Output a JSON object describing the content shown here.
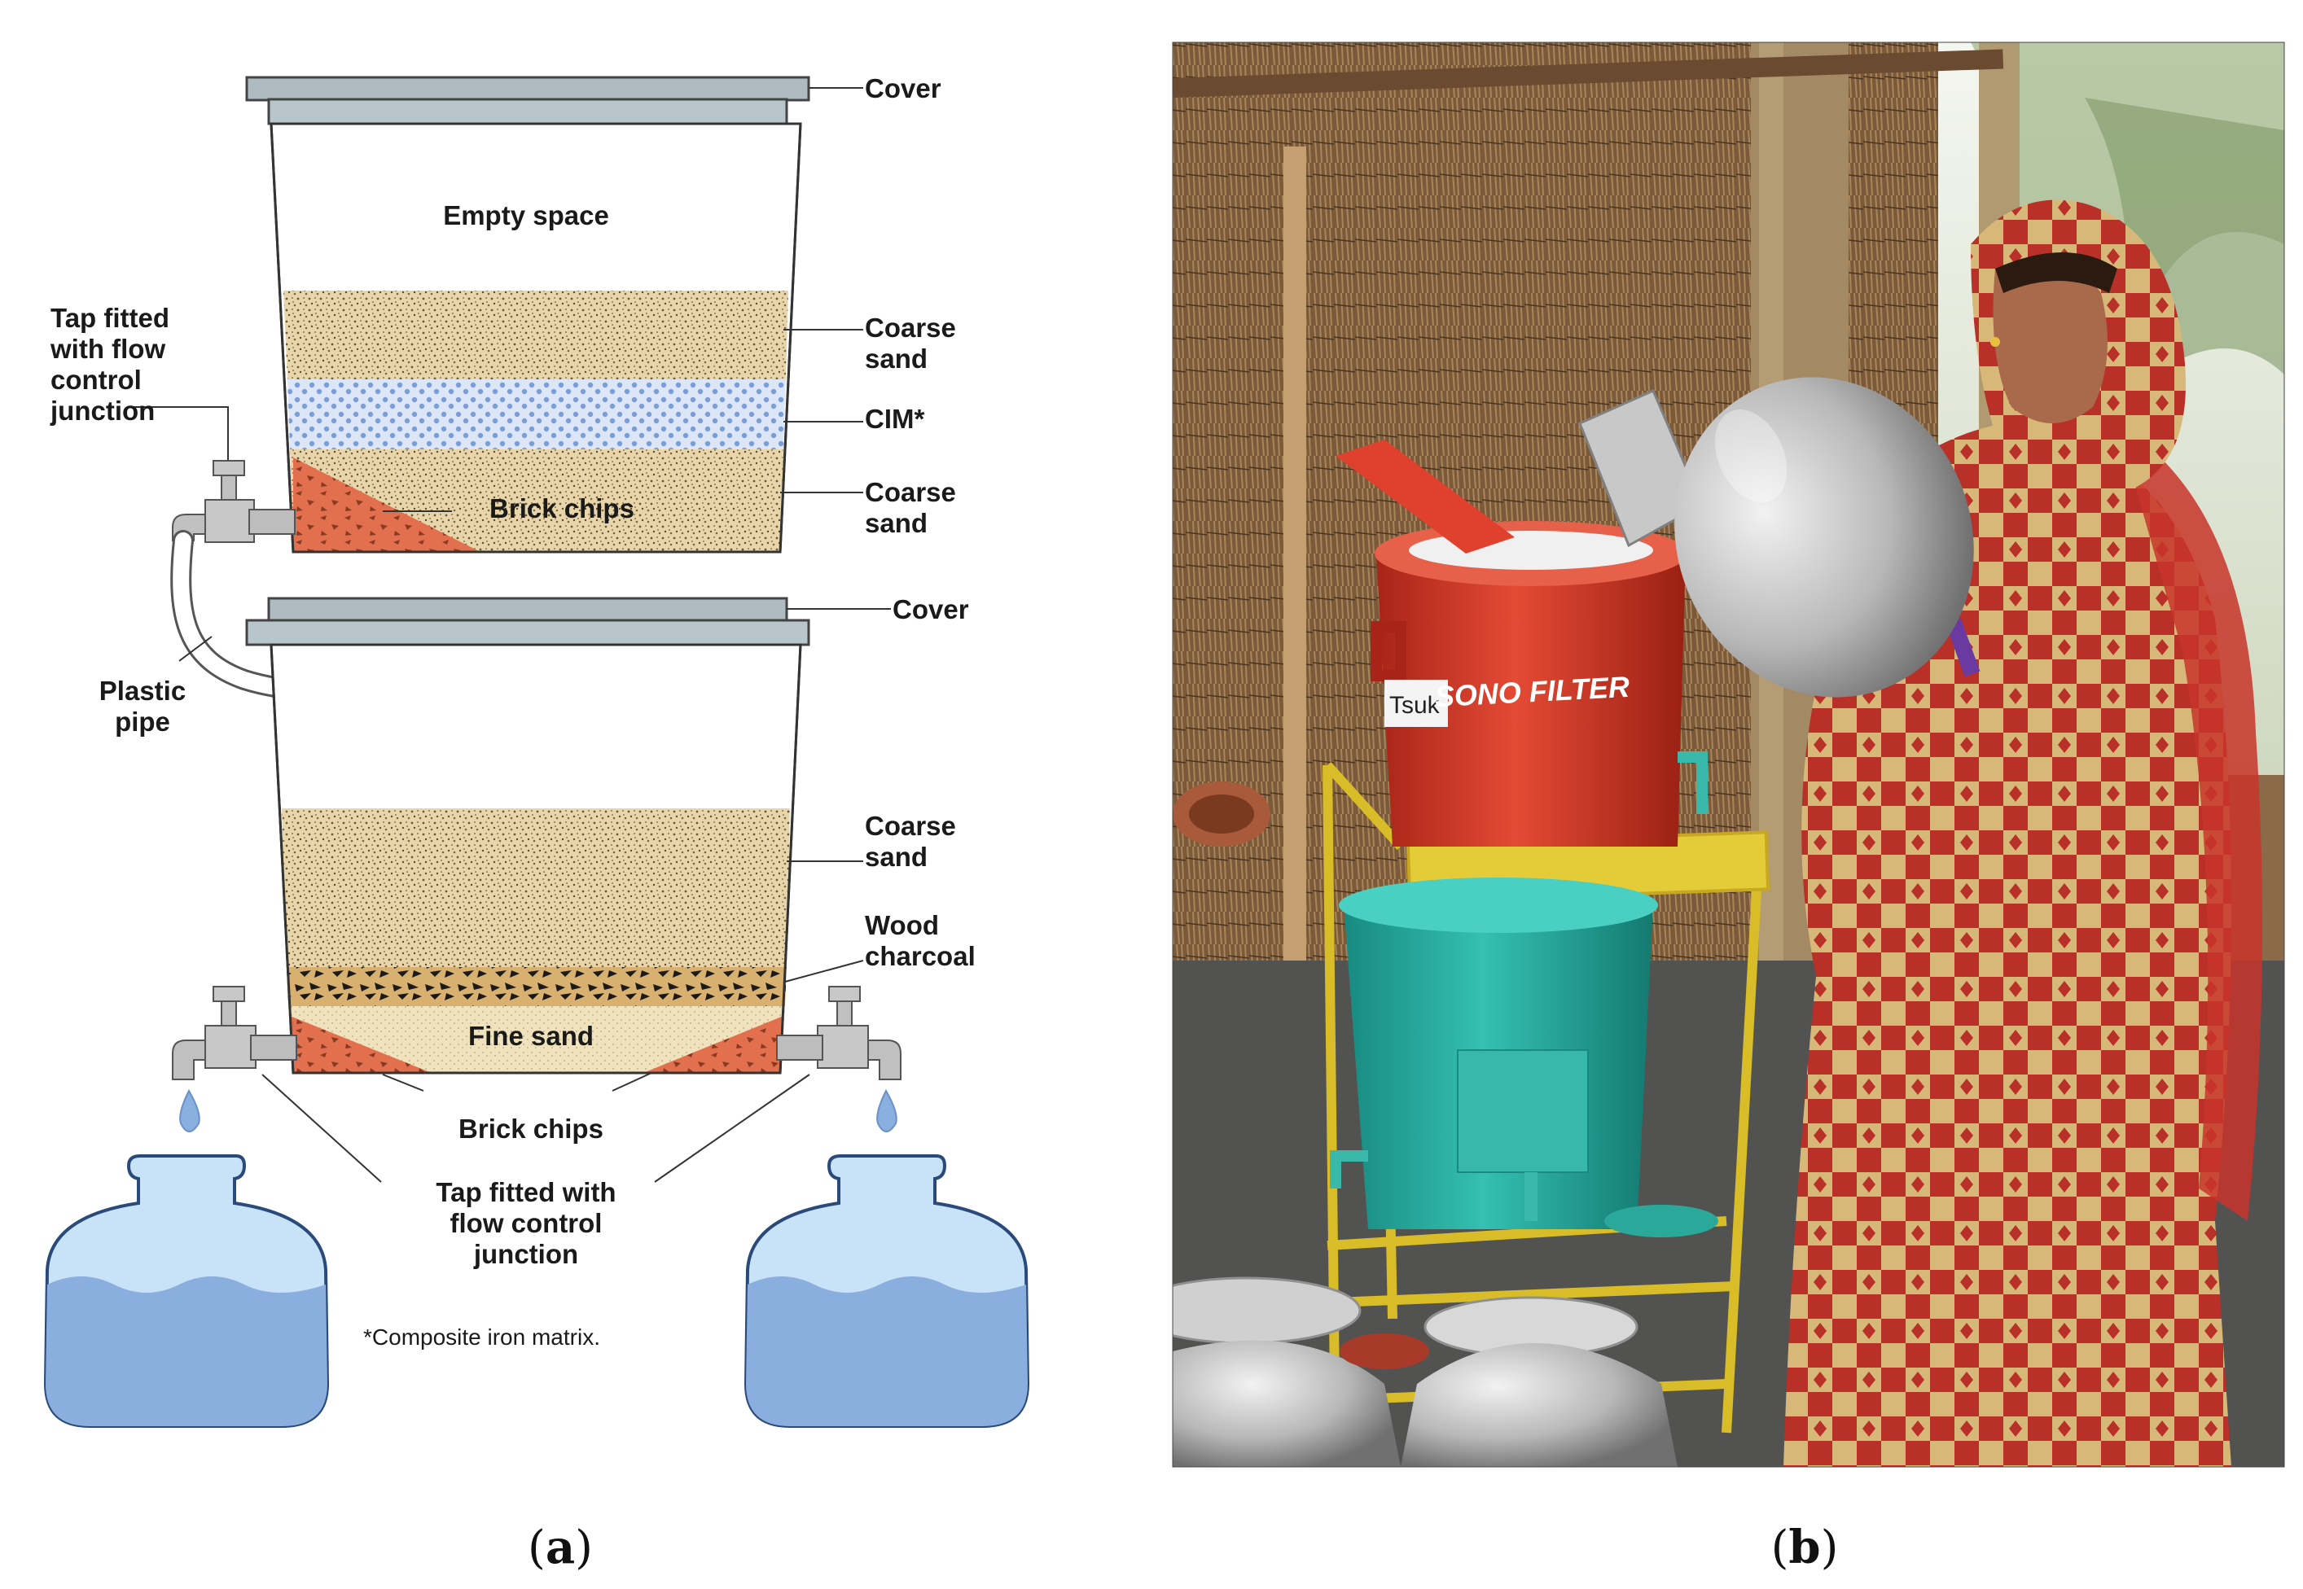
{
  "panel_a": {
    "caption_letter": "a",
    "labels": {
      "top_cover": "Cover",
      "empty_space": "Empty space",
      "coarse_sand_1": "Coarse\nsand",
      "cim": "CIM*",
      "coarse_sand_2": "Coarse\nsand",
      "brick_chips_top": "Brick chips",
      "tap_top": "Tap fitted\nwith flow\ncontrol\njunction",
      "bottom_cover": "Cover",
      "plastic_pipe": "Plastic\npipe",
      "coarse_sand_3": "Coarse\nsand",
      "wood_charcoal": "Wood\ncharcoal",
      "fine_sand": "Fine sand",
      "brick_chips_bottom": "Brick chips",
      "tap_bottom": "Tap fitted with\nflow control\njunction",
      "footnote": "*Composite iron matrix."
    }
  },
  "panel_b": {
    "caption_letter": "b",
    "bucket_text": "SONO FILTER",
    "sticker_text": "Tsuk"
  },
  "colors": {
    "cover": "#a8b8bf",
    "sand": "#e6d4a8",
    "cim": "#c8d8f0",
    "brick": "#e07050",
    "fine_sand": "#f0e0b8",
    "water": "#8ab0e0",
    "jug_light": "#c8e2f8",
    "red_bucket": "#d83a2a",
    "teal_bucket": "#2cb5a8",
    "stand": "#e0c430"
  }
}
